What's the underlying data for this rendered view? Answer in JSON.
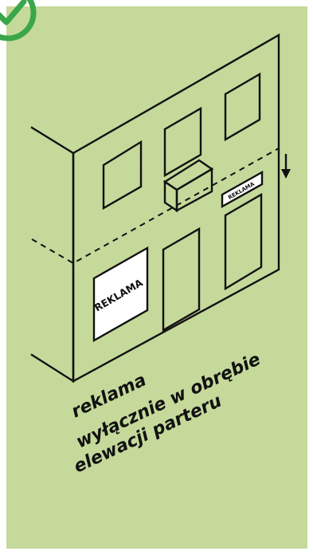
{
  "colors": {
    "background": "#c5d99b",
    "ink": "#111111",
    "check": "#3aa64a",
    "sign_fill": "#ffffff"
  },
  "icons": {
    "badge": "check-circle-icon",
    "direction": "arrow-down-icon"
  },
  "illustration": {
    "sign_ground_floor": "REKLAMA",
    "sign_upper_floor": "REKLAMA"
  },
  "caption": {
    "line1": "reklama",
    "line2": "wyłącznie w obrębie",
    "line3": "elewacji parteru"
  }
}
